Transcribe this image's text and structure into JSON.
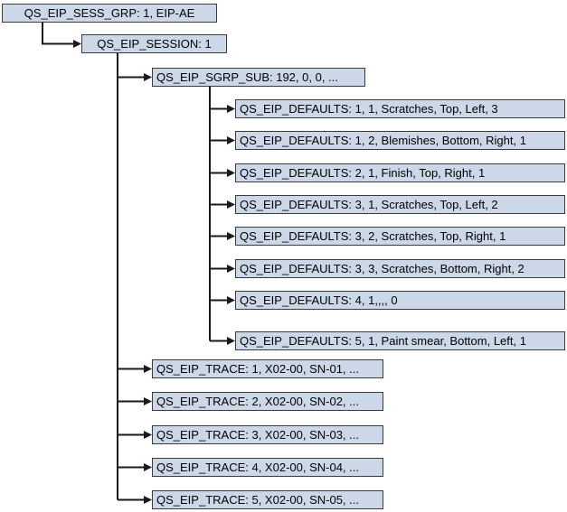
{
  "diagram": {
    "nodes": {
      "sess_grp": "QS_EIP_SESS_GRP: 1, EIP-AE",
      "session": "QS_EIP_SESSION: 1",
      "sgrp_sub": "QS_EIP_SGRP_SUB: 192, 0, 0, ...",
      "defaults": [
        "QS_EIP_DEFAULTS: 1, 1, Scratches, Top, Left, 3",
        "QS_EIP_DEFAULTS: 1, 2, Blemishes, Bottom, Right, 1",
        "QS_EIP_DEFAULTS: 2, 1, Finish, Top, Right, 1",
        "QS_EIP_DEFAULTS: 3, 1, Scratches, Top, Left, 2",
        "QS_EIP_DEFAULTS: 3, 2, Scratches, Top, Right, 1",
        "QS_EIP_DEFAULTS: 3, 3, Scratches, Bottom, Right, 2",
        "QS_EIP_DEFAULTS: 4, 1,,,, 0",
        "QS_EIP_DEFAULTS: 5, 1, Paint smear, Bottom, Left, 1"
      ],
      "traces": [
        "QS_EIP_TRACE: 1, X02-00, SN-01, ...",
        "QS_EIP_TRACE: 2, X02-00, SN-02, ...",
        "QS_EIP_TRACE: 3, X02-00, SN-03, ...",
        "QS_EIP_TRACE: 4, X02-00, SN-04, ...",
        "QS_EIP_TRACE: 5, X02-00, SN-05, ..."
      ]
    },
    "colors": {
      "node_fill": "#ccd7e8",
      "node_border": "#3b3b3b",
      "connector": "#1a1a1a",
      "background": "#ffffff"
    }
  }
}
